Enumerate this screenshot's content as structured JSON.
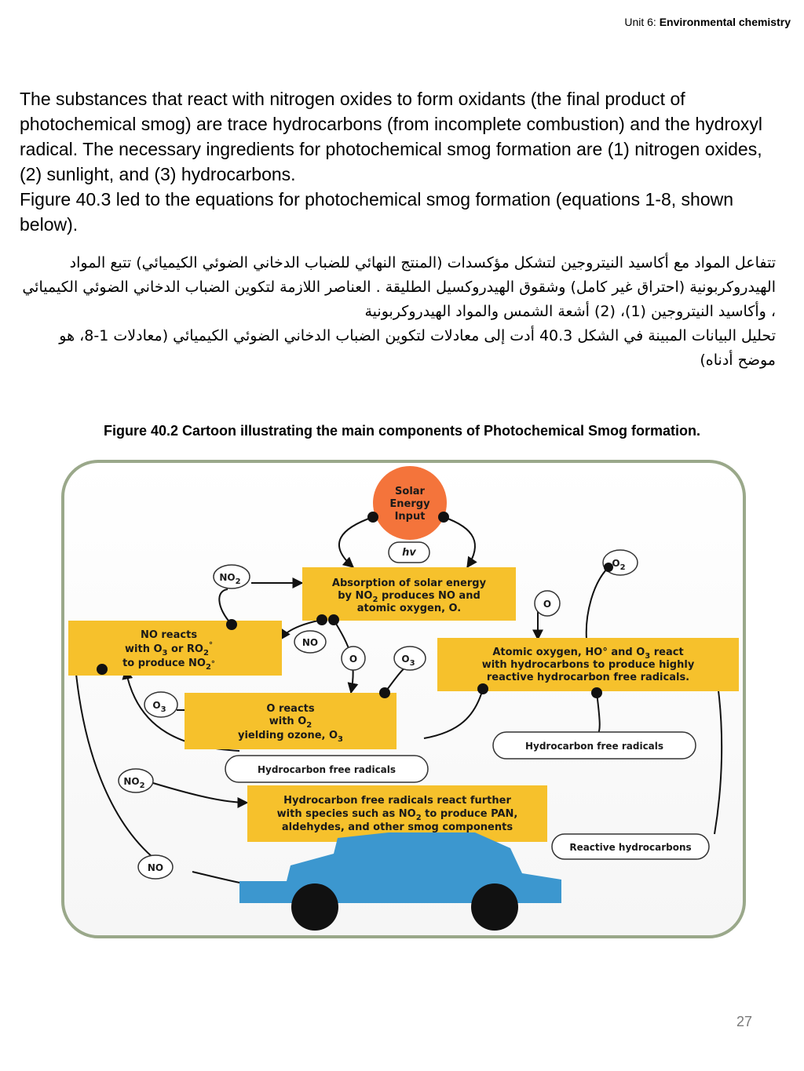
{
  "header": {
    "unit": "Unit 6: ",
    "title": "Environmental chemistry"
  },
  "english": {
    "p1": "The substances that react with nitrogen oxides to form oxidants (the final product of photochemical smog) are trace hydrocarbons (from incomplete combustion) and the hydroxyl radical. The necessary ingredients for photochemical smog formation are (1) nitrogen oxides, (2) sunlight, and (3) hydrocarbons.",
    "p2": "Figure 40.3 led to the equations for photochemical smog formation (equations 1-8, shown below)."
  },
  "arabic": {
    "p1": "تتفاعل المواد مع أكاسيد النيتروجين لتشكل مؤكسدات (المنتج النهائي للضباب الدخاني الضوئي الكيميائي) تتبع المواد الهيدروكربونية (احتراق غير كامل) وشقوق الهيدروكسيل الطليقة . العناصر اللازمة لتكوين الضباب الدخاني الضوئي الكيميائي ، وأكاسيد النيتروجين (1)، (2) أشعة الشمس والمواد الهيدروكربونية",
    "p2": "تحليل البيانات المبينة في الشكل 40.3 أدت إلى معادلات لتكوين الضباب الدخاني الضوئي الكيميائي (معادلات 1-8، هو موضح أدناه)"
  },
  "caption": "Figure 40.2 Cartoon illustrating the main components of Photochemical Smog formation.",
  "diagram": {
    "sun": [
      "Solar",
      "Energy",
      "Input"
    ],
    "hv": "hv",
    "absorption": [
      "Absorption of solar energy",
      "by NO",
      "2",
      " produces NO and",
      "atomic oxygen, O."
    ],
    "no_reacts": [
      "NO reacts",
      "with O",
      "3",
      " or RO",
      "2",
      "°",
      "to produce NO",
      "2",
      "°"
    ],
    "atomic": [
      "Atomic oxygen, HO° and O",
      "3",
      " react",
      "with hydrocarbons to produce highly",
      "reactive hydrocarbon free radicals."
    ],
    "o_reacts": [
      "O reacts",
      "with O",
      "2",
      "yielding ozone, O",
      "3"
    ],
    "hc_further": [
      "Hydrocarbon free radicals react further",
      "with species such as NO",
      "2",
      " to produce PAN,",
      "aldehydes, and other smog components"
    ],
    "hc_free_left": "Hydrocarbon free radicals",
    "hc_free_right": "Hydrocarbon free radicals",
    "reactive_hc": "Reactive hydrocarbons",
    "no2": "NO",
    "two": "2",
    "three": "3",
    "o": "O",
    "no": "NO"
  },
  "page_number": "27"
}
